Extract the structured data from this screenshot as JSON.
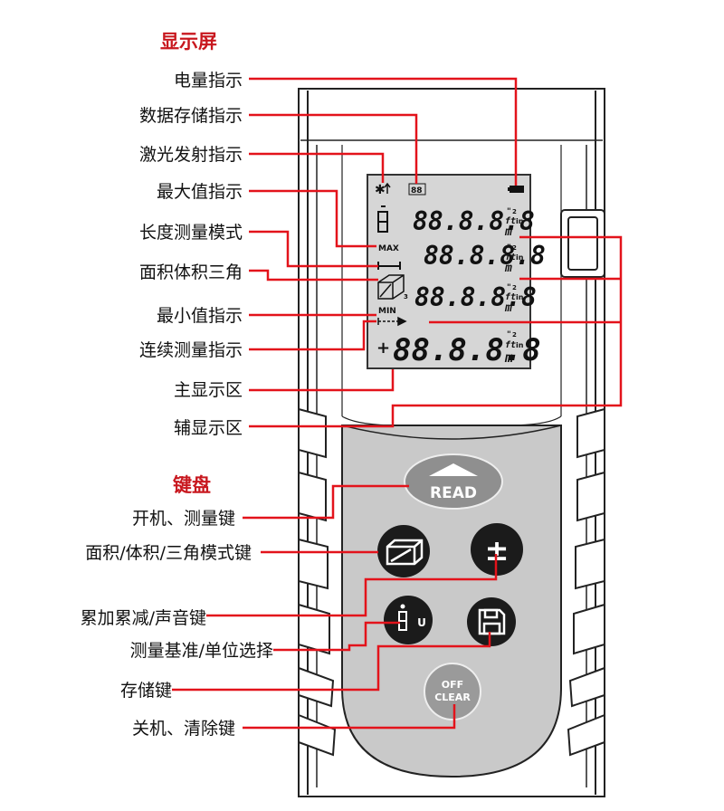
{
  "sections": {
    "display_title": "显示屏",
    "keypad_title": "键盘"
  },
  "display_labels": [
    "电量指示",
    "数据存储指示",
    "激光发射指示",
    "最大值指示",
    "长度测量模式",
    "面积体积三角",
    "最小值指示",
    "连续测量指示",
    "主显示区",
    "辅显示区"
  ],
  "keypad_labels": [
    "开机、测量键",
    "面积/体积/三角模式键",
    "累加累减/声音键",
    "测量基准/单位选择",
    "存储键",
    "关机、清除键"
  ],
  "lcd": {
    "digits": "88.8.8.8",
    "digits_main": "88.8.8.8",
    "max_tag": "MAX",
    "min_tag": "MIN",
    "plus_sign": "+",
    "memory_tag": "88",
    "unit_ft": "ft",
    "unit_m": "m",
    "unit_in": "in",
    "unit_sup": "\"",
    "sq": "2",
    "cube": "3"
  },
  "buttons": {
    "read": "READ",
    "plusminus": "±",
    "unit_u": "U",
    "off": "OFF",
    "clear": "CLEAR"
  },
  "colors": {
    "leader_red": "#e3131b",
    "header_red": "#c8171e",
    "lcd_bg": "#d6d6d6",
    "keypad_bg": "#c9c9c9",
    "button_dark": "#1b1b1b",
    "button_grey": "#9a9a9a"
  }
}
